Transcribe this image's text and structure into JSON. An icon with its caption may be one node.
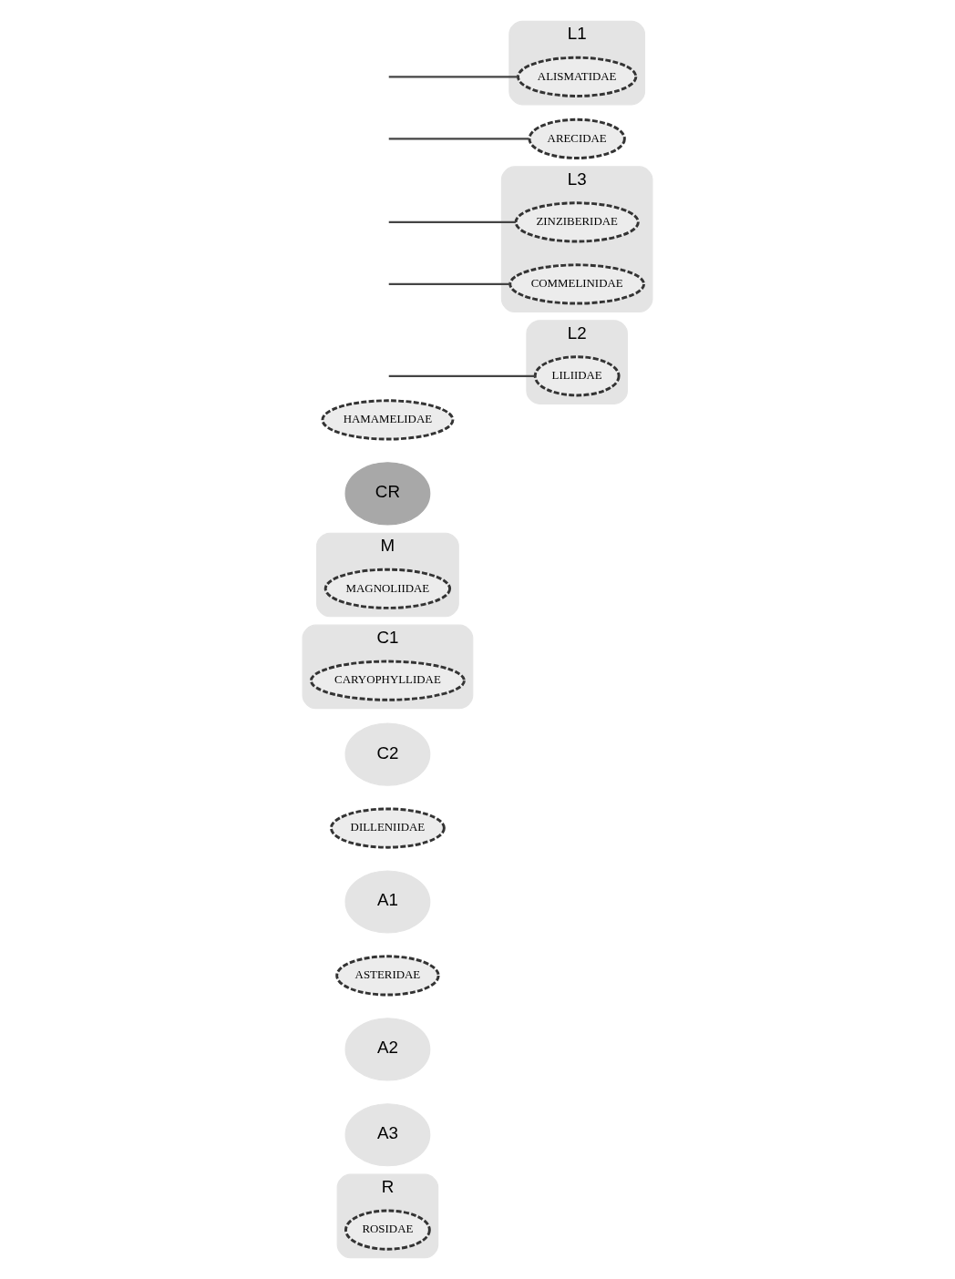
{
  "diagram": {
    "nodes": [
      {
        "text": [
          "R"
        ]
      },
      {
        "text": [
          "ROSIDAE"
        ],
        "in": 0
      },
      {
        "text": [
          "A3"
        ]
      },
      {
        "text": [
          "A2"
        ]
      },
      {
        "text": [
          "ASTERIDAE"
        ]
      },
      {
        "text": [
          "A1"
        ]
      },
      {
        "text": [
          "DILLENIIDAE"
        ]
      },
      {
        "text": [
          "C2"
        ]
      },
      {
        "text": [
          "C1"
        ]
      },
      {
        "text": [
          "CARYOPHYLLIDAE"
        ],
        "in": 8
      },
      {
        "text": [
          "M"
        ]
      },
      {
        "text": [
          "MAGNOLIIDAE"
        ],
        "in": 10
      },
      {
        "text": [
          "CR"
        ]
      },
      {
        "text": [
          "HAMAMELIDAE"
        ]
      },
      {
        "text": [
          "L2"
        ]
      },
      {
        "text": [
          "LILIIDAE"
        ],
        "in": 14
      },
      {
        "text": [
          "L3"
        ]
      },
      {
        "text": [
          "ZINZIBERIDAE"
        ],
        "in": 16
      },
      {
        "text": [
          "COMMELINIDAE"
        ],
        "in": 16
      },
      {
        "text": [
          "ARECIDAE"
        ]
      },
      {
        "text": [
          "L1"
        ]
      },
      {
        "text": [
          "ALISMATIDAE"
        ],
        "in": 20
      }
    ],
    "edges": [
      {
        "from": null,
        "to": 15,
        "arrow": "none"
      },
      {
        "from": null,
        "to": 17,
        "arrow": "none"
      },
      {
        "from": null,
        "to": 18,
        "arrow": "none"
      },
      {
        "from": null,
        "to": 19,
        "arrow": "none"
      },
      {
        "from": null,
        "to": 21,
        "arrow": "none"
      }
    ]
  }
}
